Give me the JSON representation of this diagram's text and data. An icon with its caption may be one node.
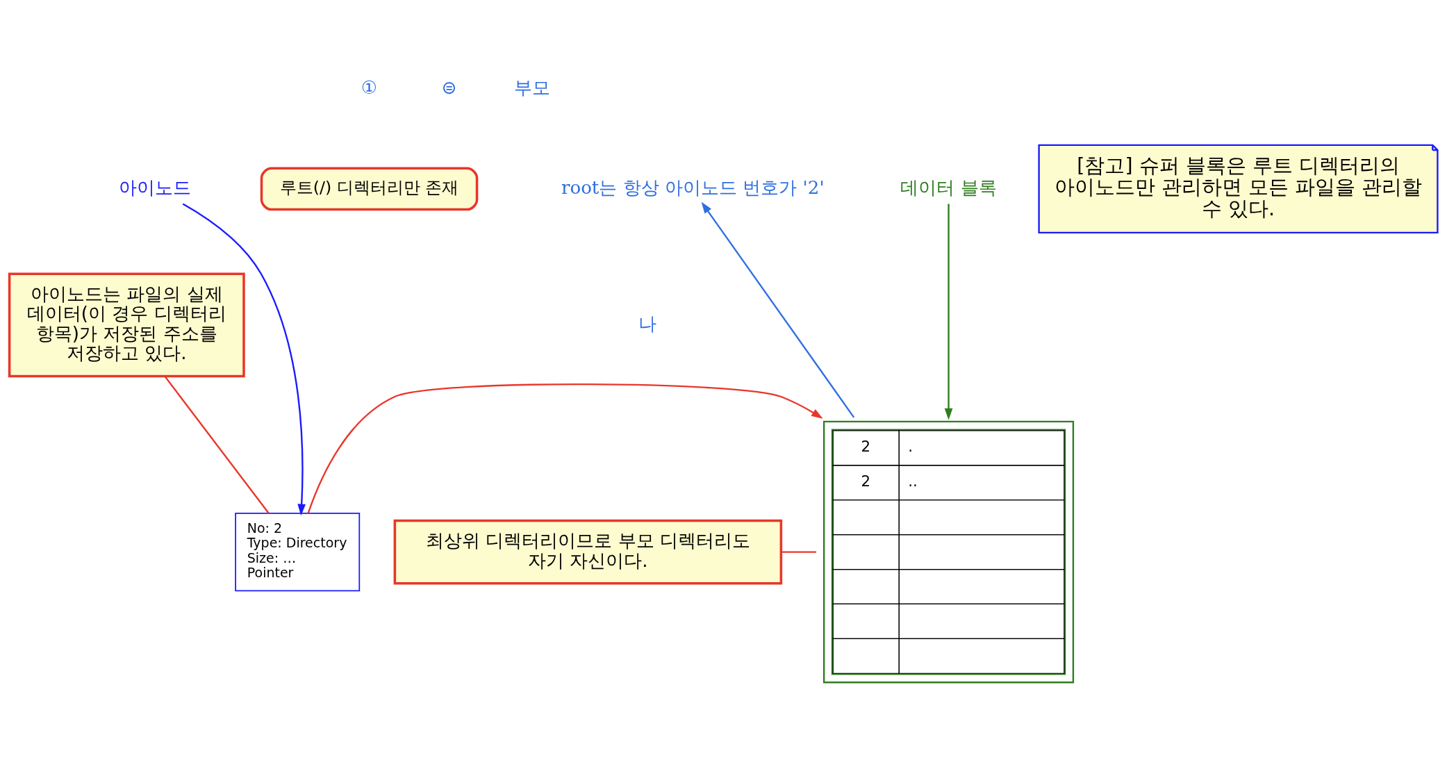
{
  "diagram": {
    "nodes": [
      {
        "text": [
          "루트(/) 디렉터리만 존재"
        ]
      },
      {
        "text": [
          "No: 2",
          "Type: Directory",
          "Size: …",
          "Pointer"
        ]
      },
      {
        "text": [
          "아이노드"
        ]
      },
      {
        "text": [
          "2",
          ".",
          "2",
          ".."
        ]
      },
      {
        "text": [
          "데이터 블록"
        ]
      },
      {
        "text": [
          "아이노드는 파일의 실제 데이터(이 경우 디렉터리 항목)가 저장된 주소를 저장하고 있다."
        ]
      },
      {
        "text": [
          "최상위 디렉터리이므로 부모 디렉터리도 자기 자신이다."
        ]
      },
      {
        "text": [
          "[참고] 슈퍼 블록은 루트 디렉터리의 아이노드만 관리하면 모든 파일을 관리할 수 있다."
        ]
      },
      {
        "text": [
          "root는 항상 아이노드 번호가 '2'"
        ]
      }
    ],
    "edges": [
      {
        "from": 1,
        "to": 3,
        "arrow": "to",
        "color": "#e8372a"
      },
      {
        "from": 2,
        "to": 1,
        "arrow": "to",
        "color": "#1a1aff"
      },
      {
        "from": 4,
        "to": 3,
        "arrow": "to",
        "color": "#2e7d1f"
      },
      {
        "from": 5,
        "to": 1,
        "arrow": "none",
        "color": "#e8372a"
      },
      {
        "from": 6,
        "to": 3,
        "arrow": "none",
        "color": "#e8372a"
      },
      {
        "from": 3,
        "to": 8,
        "arrow": "to",
        "color": "#2f6fe0"
      }
    ],
    "labels": [
      "①",
      "나",
      "⊜",
      "부모"
    ]
  }
}
